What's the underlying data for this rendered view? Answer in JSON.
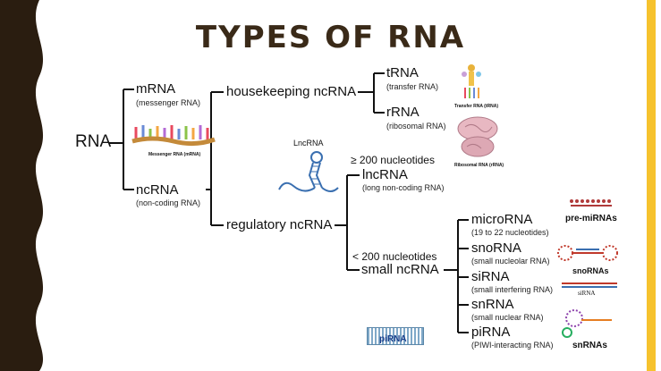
{
  "title": "TYPES OF RNA",
  "colors": {
    "border": "#2a1d10",
    "accent": "#f6c22d",
    "title": "#3a2a18"
  },
  "nodes": {
    "rna": "RNA",
    "mrna": {
      "label": "mRNA",
      "sub": "(messenger RNA)"
    },
    "ncrna": {
      "label": "ncRNA",
      "sub": "(non-coding RNA)"
    },
    "housekeeping": "housekeeping ncRNA",
    "regulatory": "regulatory ncRNA",
    "trna": {
      "label": "tRNA",
      "sub": "(transfer RNA)"
    },
    "rrna": {
      "label": "rRNA",
      "sub": "(ribosomal RNA)"
    },
    "lncrna": {
      "label": "lncRNA",
      "sub": "(long non-coding RNA)",
      "size": "≥ 200 nucleotides"
    },
    "small": {
      "label": "small ncRNA",
      "size": "< 200 nucleotides"
    },
    "microrna": {
      "label": "microRNA",
      "sub": "(19 to 22 nucleotides)"
    },
    "snorna": {
      "label": "snoRNA",
      "sub": "(small nucleolar RNA)"
    },
    "sirna": {
      "label": "siRNA",
      "sub": "(small interfering RNA)"
    },
    "snrna": {
      "label": "snRNA",
      "sub": "(small nuclear RNA)"
    },
    "pirna": {
      "label": "piRNA",
      "sub": "(PIWI-interacting RNA)"
    }
  },
  "images": {
    "mrna_caption": "Messenger RNA (mRNA)",
    "trna_caption": "Transfer RNA (tRNA)",
    "rrna_caption": "Ribosomal RNA (rRNA)",
    "lncrna_caption": "LncRNA",
    "pre_mirna_caption": "pre-miRNAs",
    "snornas_caption": "snoRNAs",
    "sirna_caption": "siRNA",
    "snrnas_caption": "snRNAs",
    "pirna_caption": "piRNA"
  }
}
